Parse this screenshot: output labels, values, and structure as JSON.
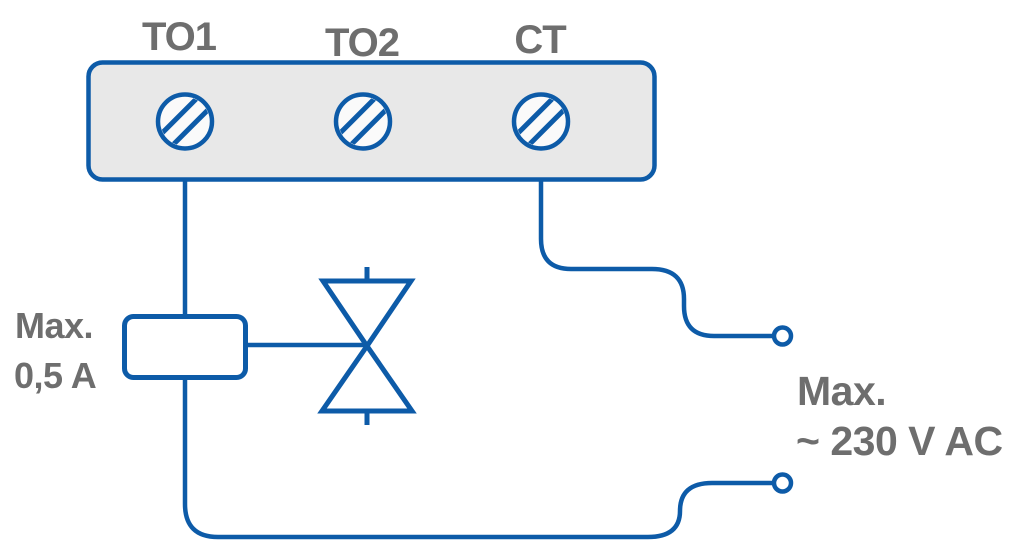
{
  "colors": {
    "wire_blue": "#0d5ba8",
    "label_gray": "#6e6e6e",
    "block_fill": "#e8e8e8",
    "screw_fill": "#fafafa",
    "background": "#ffffff"
  },
  "terminal_block": {
    "terminals": [
      {
        "label": "TO1"
      },
      {
        "label": "TO2"
      },
      {
        "label": "CT"
      }
    ]
  },
  "fuse": {
    "line1": "Max.",
    "line2": "0,5 A"
  },
  "mains": {
    "line1": "Max.",
    "line2": "~ 230 V AC"
  }
}
